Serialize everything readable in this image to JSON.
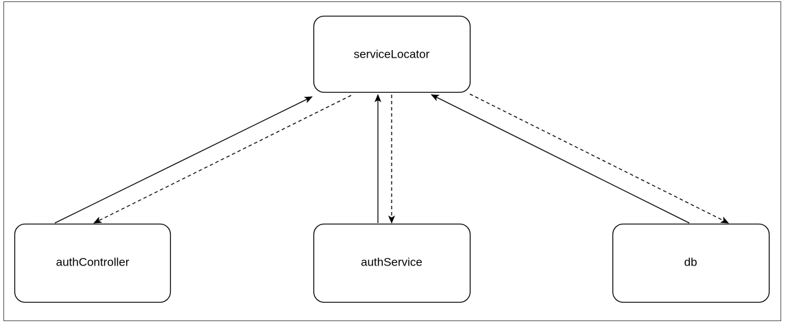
{
  "diagram": {
    "nodes": {
      "service_locator": "serviceLocator",
      "auth_controller": "authController",
      "auth_service": "authService",
      "db": "db"
    },
    "edges": [
      {
        "from": "authController",
        "to": "serviceLocator",
        "style": "solid"
      },
      {
        "from": "serviceLocator",
        "to": "authController",
        "style": "dashed"
      },
      {
        "from": "authService",
        "to": "serviceLocator",
        "style": "solid"
      },
      {
        "from": "serviceLocator",
        "to": "authService",
        "style": "dashed"
      },
      {
        "from": "db",
        "to": "serviceLocator",
        "style": "solid"
      },
      {
        "from": "serviceLocator",
        "to": "db",
        "style": "dashed"
      }
    ],
    "colors": {
      "stroke": "#000000",
      "frame": "#555555",
      "background": "#ffffff"
    }
  }
}
